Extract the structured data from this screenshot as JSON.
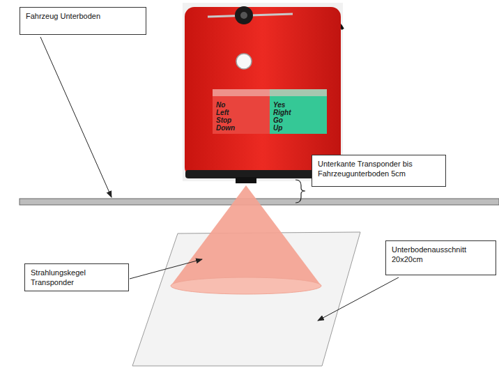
{
  "diagram": {
    "nodes": [
      {
        "text": [
          "Fahrzeug Unterboden"
        ]
      },
      {
        "text": [
          "Unterkante Transponder bis Fahrzeugunterboden 5cm"
        ]
      },
      {
        "text": [
          "Unterbodenausschnitt 20x20cm"
        ]
      },
      {
        "text": [
          "Strahlungskegel Transponder"
        ]
      }
    ],
    "labels": [
      "No Left Stop Down",
      "Yes Right Go Up"
    ]
  }
}
